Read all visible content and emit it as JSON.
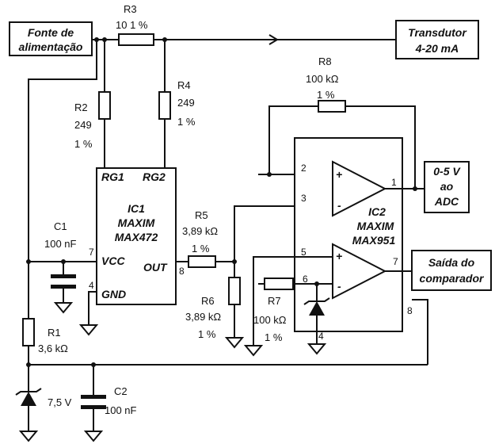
{
  "blocks": {
    "power_supply": [
      "Fonte de",
      "alimentação"
    ],
    "transducer": [
      "Transdutor",
      "4-20 mA"
    ],
    "adc": [
      "0-5 V",
      "ao",
      "ADC"
    ],
    "comparator_out": [
      "Saída do",
      "comparador"
    ]
  },
  "ic1": {
    "name": "IC1",
    "maker": "MAXIM",
    "part": "MAX472",
    "pins": {
      "rg1": "RG1",
      "rg2": "RG2",
      "vcc": "VCC",
      "out": "OUT",
      "gnd": "GND"
    },
    "pin_numbers": {
      "vcc": "7",
      "gnd": "4",
      "out": "8"
    }
  },
  "ic2": {
    "name": "IC2",
    "maker": "MAXIM",
    "part": "MAX951",
    "pin_numbers": {
      "p1": "1",
      "p2": "2",
      "p3": "3",
      "p5": "5",
      "p6": "6",
      "p7": "7",
      "p4": "4",
      "p8": "8"
    },
    "signs": {
      "plus": "+",
      "minus": "-"
    }
  },
  "components": {
    "R3": {
      "label": "R3",
      "value": "10 1 %"
    },
    "R2": {
      "label": "R2",
      "value": "249",
      "tol": "1 %"
    },
    "R4": {
      "label": "R4",
      "value": "249",
      "tol": "1 %"
    },
    "R8": {
      "label": "R8",
      "value": "100 kΩ",
      "tol": "1 %"
    },
    "R5": {
      "label": "R5",
      "value": "3,89 kΩ",
      "tol": "1 %"
    },
    "R6": {
      "label": "R6",
      "value": "3,89 kΩ",
      "tol": "1 %"
    },
    "R7": {
      "label": "R7",
      "value": "100 kΩ",
      "tol": "1 %"
    },
    "R1": {
      "label": "R1",
      "value": "3,6 kΩ"
    },
    "C1": {
      "label": "C1",
      "value": "100 nF"
    },
    "C2": {
      "label": "C2",
      "value": "100 nF"
    },
    "D1": {
      "value": "7,5 V"
    }
  }
}
